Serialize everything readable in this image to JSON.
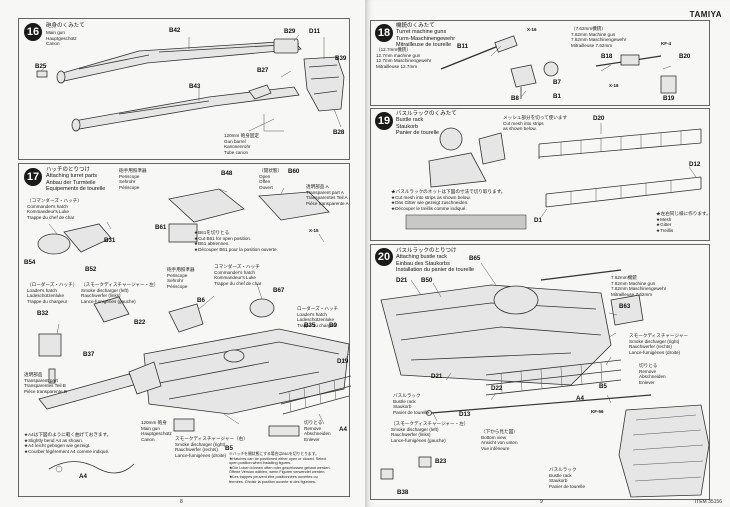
{
  "brand": "TAMIYA",
  "footer": {
    "item": "ITEM 35156",
    "page_left": "8",
    "page_right": "9"
  },
  "step16": {
    "num": "16",
    "title_jp": "砲身のくみたて",
    "title": "Main gun\nHauptgeschütz\nCanon",
    "note": "120mm 砲身固定\nGun barrel\nKanonenrohr\nTube canon",
    "parts": [
      "B42",
      "B29",
      "D11",
      "B25",
      "B39",
      "B27",
      "B43",
      "B28"
    ]
  },
  "step17": {
    "num": "17",
    "title": "ハッチのとりつけ\nAttaching turret parts\nAnbau der Turmteile\nEquipements de tourelle",
    "cmd": "（コマンダーズ・ハッチ）\nCommander's hatch\nKommandeur's Luke\nTrappe du chef de char",
    "periscope": "砲手用照準器\nPeriscope\nSehrohr\nPériscope",
    "open": "〔開状態〕\nOpen\nOffen\nOuvert",
    "transparent": "透明部品 A\nTransparent part A\nTransparentes Teil A\nPièce transparente A",
    "cut": "★B61を切りとる\n★Cut B61 for open position.\n★B61 abtrennen.\n★Découper B61 pour la position ouverte.",
    "loader": "（ローダーズ・ハッチ）\nLoader's hatch\nLadeschützenluke\nTrappe du chargeur",
    "smoke_left": "（スモークディスチャージャー・左）\nSmoke discharger (left)\nRauchwerfer (links)\nLance-fumigènes (gauche)",
    "periscope2": "砲手用照準器\nPeriscope\nSehrohr\nPériscope",
    "cmd_hatch": "コマンダーズ・ハッチ\nCommander's hatch\nKommandeur's Luke\nTrappe du chef de char",
    "loaders_hatch": "ローダーズ・ハッチ\nLoader's hatch\nLadeschützenluke\nTrappe du chargeur",
    "transparent_b": "透明部品\nTransparent part\nTransparentes Teil B\nPièce transparente B",
    "main_gun": "120mm 砲身\nMain gun\nHauptgeschütz\nCanon",
    "smoke_right": "スモークディスチャージャー（右）\nSmoke discharger (right)\nRauchwerfer (rechts)\nLance-fumigènes (droite)",
    "bend_note": "★A4は下図のように軽く曲げておきます。\n★Slightly bend A4 as shown.\n★A4 leicht gebogen wie gezeigt.\n★Courber légèrement A4 comme indiqué.",
    "hatch_note": "※ハッチを開状態にする場合はB61を切りとります。\n★Hatches can be positioned either open or closed. Select\nopen position when installing figures.\n★Die Luken können offen oder geschlossen gebaut werden.\nOffene Version wählen, wenn Figuren verwendet werden.\n★Les trappes peuvent être positionnées ouvertes ou\nfermées. Choisir la position ouverte si des figurines.",
    "remove": "切りとる\nRemove\nAbschneiden\nEnlever",
    "parts": [
      "B48",
      "B60",
      "B61",
      "B31",
      "B54",
      "B52",
      "B32",
      "B6",
      "B67",
      "B22",
      "B37",
      "B5",
      "D19",
      "A4",
      "X-15",
      "B35",
      "B9"
    ]
  },
  "step18": {
    "num": "18",
    "title": "機銃のくみたて\nTurret machine guns\nTurm-Maschinengewehr\nMitrailleuse de tourelle",
    "mg127": "（12.7mm機銃）\n12.7mm machine gun\n12.7mm Maschinengewehr\nMitrailleuse 12.7mm",
    "mg762": "（7.62mm機銃）\n7.62mm Machine gun\n7.62mm Maschinengewehr\nMitrailleuse 7.62mm",
    "parts": [
      "B11",
      "B7",
      "B8",
      "B1",
      "B18",
      "B20",
      "B19",
      "X-16",
      "KF-4",
      "X-16"
    ]
  },
  "step19": {
    "num": "19",
    "title": "バスルラックのくみたて\nBustle rack\nStaukorb\nPanier de tourelle",
    "mesh_note": "メッシュ部分を切って使います\nCut mesh into strips\nas shown below.",
    "mesh_steps": "★バスルラックのネットは下図の寸法で切り取ります。\n★Cut mesh into strips as shown below.\n★Das Gitter wie gezeigt zuschneiden.\n★Découper le treillis comme indiqué.",
    "both_sides": "★左右同じ様に作ります。\n★Mesh\n★Gitter\n★Treillis",
    "parts": [
      "D20",
      "D12",
      "D1"
    ]
  },
  "step20": {
    "num": "20",
    "title": "バスルラックのとりつけ\nAttaching bustle rack\nEinbau des Staukorbs\nInstallation du panier de tourelle",
    "mg762": "7.62mm機銃\n7.62mm Machine gun\n7.62mm Maschinengewehr\nMitrailleuse 7.62mm",
    "smoke_right": "スモークディスチャージャー\nSmoke discharger (right)\nRauchwerfer (rechts)\nLance-fumigènes (droite)",
    "remove": "切りとる\nRemove\nAbschneiden\nEnlever",
    "bustle": "バスルラック\nBustle rack\nStaukorb\nPanier de tourelle",
    "smoke_left": "〔スモークディスチャージャー・左〕\nSmoke discharger (left)\nRauchwerfer (links)\nLance-fumigènes (gauche)",
    "bottom": "〈下から見た図〉\nBottom view\nAnsicht von unten\nVue inférieure",
    "bustle2": "バスルラック\nBustle rack\nStaukorb\nPanier de tourelle",
    "parts": [
      "B65",
      "B50",
      "D21",
      "D21",
      "D22",
      "B5",
      "B63",
      "D13",
      "A4",
      "KF-56",
      "B23",
      "B38"
    ]
  }
}
